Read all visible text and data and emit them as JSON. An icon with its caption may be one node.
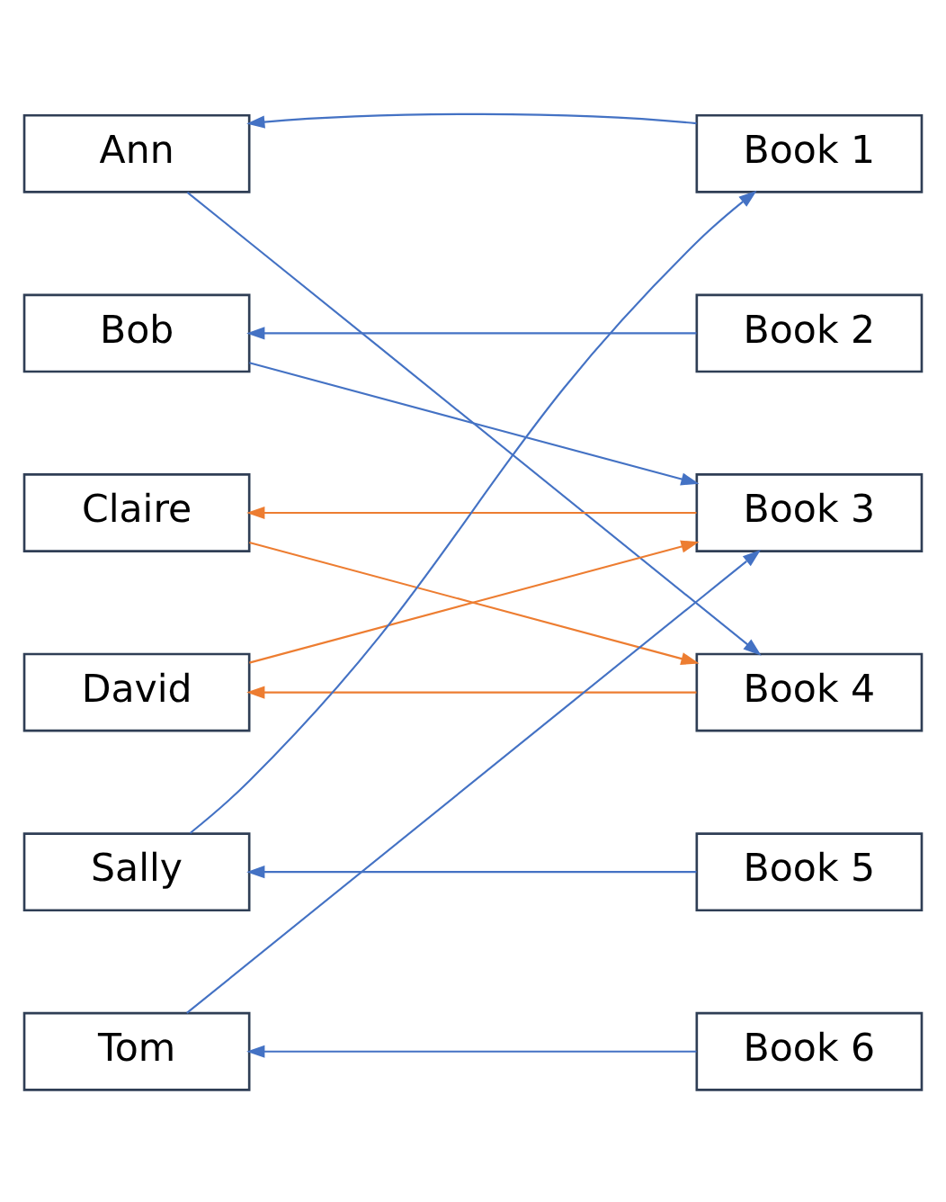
{
  "diagram": {
    "nodes": [
      {
        "text": [
          "Ann"
        ]
      },
      {
        "text": [
          "Bob"
        ]
      },
      {
        "text": [
          "Claire"
        ]
      },
      {
        "text": [
          "David"
        ]
      },
      {
        "text": [
          "Sally"
        ]
      },
      {
        "text": [
          "Tom"
        ]
      },
      {
        "text": [
          "Book 1"
        ]
      },
      {
        "text": [
          "Book 2"
        ]
      },
      {
        "text": [
          "Book 3"
        ]
      },
      {
        "text": [
          "Book 4"
        ]
      },
      {
        "text": [
          "Book 5"
        ]
      },
      {
        "text": [
          "Book 6"
        ]
      }
    ],
    "edges": [
      {
        "from": 6,
        "to": 0,
        "arrow": "to"
      },
      {
        "from": 0,
        "to": 9,
        "arrow": "to"
      },
      {
        "from": 7,
        "to": 1,
        "arrow": "to"
      },
      {
        "from": 1,
        "to": 8,
        "arrow": "to"
      },
      {
        "from": 8,
        "to": 2,
        "arrow": "to",
        "color": "#ed7d31"
      },
      {
        "from": 2,
        "to": 9,
        "arrow": "to",
        "color": "#ed7d31"
      },
      {
        "from": 3,
        "to": 8,
        "arrow": "to",
        "color": "#ed7d31"
      },
      {
        "from": 9,
        "to": 3,
        "arrow": "to",
        "color": "#ed7d31"
      },
      {
        "from": 4,
        "to": 6,
        "arrow": "to"
      },
      {
        "from": 10,
        "to": 4,
        "arrow": "to"
      },
      {
        "from": 5,
        "to": 8,
        "arrow": "to"
      },
      {
        "from": 11,
        "to": 5,
        "arrow": "to"
      }
    ]
  }
}
